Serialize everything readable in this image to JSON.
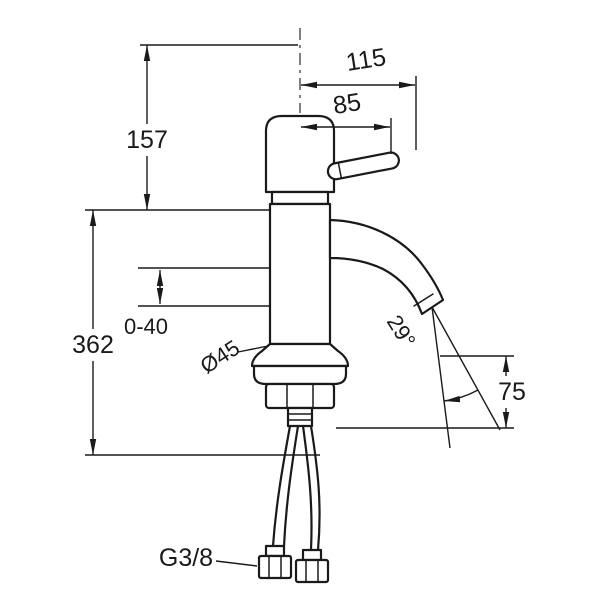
{
  "drawing": {
    "type": "faucet-technical-drawing",
    "colors": {
      "line": "#1a1a1a",
      "background": "#ffffff"
    },
    "labels": {
      "d115": "115",
      "d85": "85",
      "d157": "157",
      "d362": "362",
      "d0_40": "0-40",
      "dia45": "Ø45",
      "ang29": "29°",
      "d75": "75",
      "g38": "G3/8"
    }
  }
}
